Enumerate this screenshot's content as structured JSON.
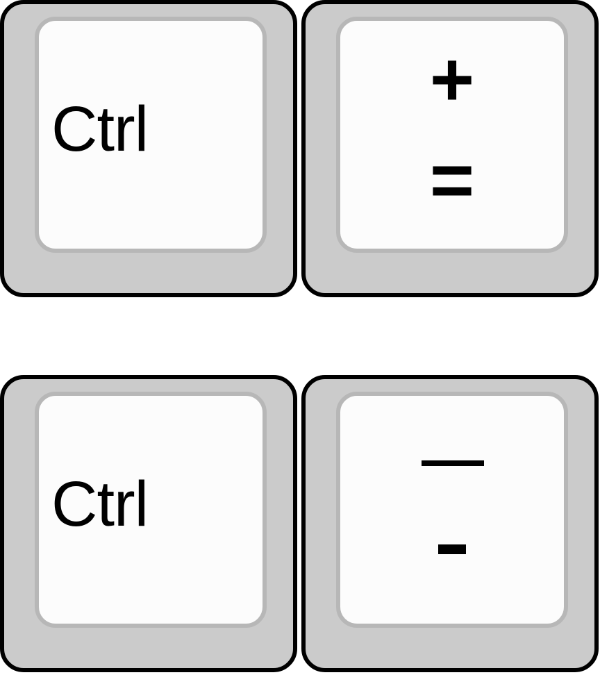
{
  "keys": [
    {
      "id": "ctrl-1",
      "label": "Ctrl"
    },
    {
      "id": "plus-equal",
      "upper": "+",
      "lower": "="
    },
    {
      "id": "ctrl-2",
      "label": "Ctrl"
    },
    {
      "id": "minus-underscore",
      "upper": "_",
      "lower": "-"
    }
  ]
}
